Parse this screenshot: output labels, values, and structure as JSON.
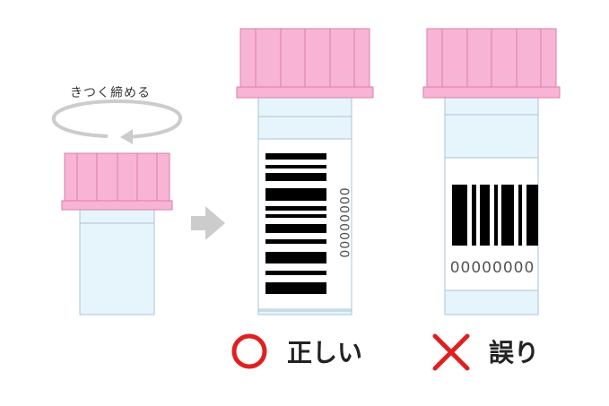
{
  "instruction": {
    "text": "きつく締める"
  },
  "tube_correct": {
    "barcode_digits": "00000000"
  },
  "tube_wrong": {
    "barcode_digits": "00000000"
  },
  "verdicts": {
    "correct": {
      "text": "正しい",
      "symbol": "circle-icon"
    },
    "wrong": {
      "text": "誤り",
      "symbol": "cross-icon"
    }
  },
  "colors": {
    "cap_fill": "#f8b4d4",
    "cap_stroke": "#d97fa8",
    "tube_fill": "#e6f4fc",
    "tube_stroke": "#a9c4d4",
    "barcode": "#000000",
    "arrow": "#cccccc",
    "verdict_red": "#e02020"
  }
}
